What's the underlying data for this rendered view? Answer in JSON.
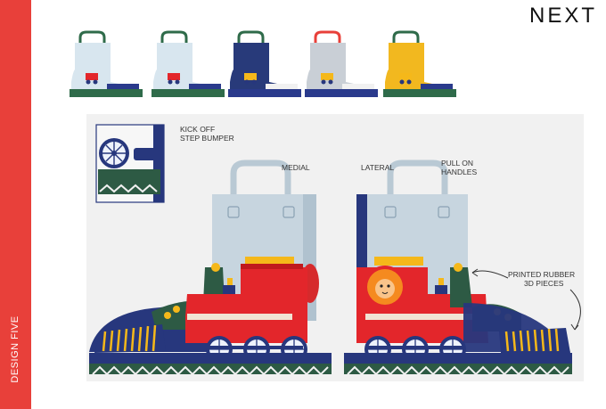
{
  "brand": "NEXT",
  "sidebar": {
    "label": "DESIGN FIVE"
  },
  "callouts": {
    "kick_off_line1": "KICK OFF",
    "kick_off_line2": "STEP BUMPER",
    "medial": "MEDIAL",
    "lateral": "LATERAL",
    "pull_on_line1": "PULL ON",
    "pull_on_line2": "HANDLES",
    "printed_line1": "PRINTED RUBBER",
    "printed_line2": "3D PIECES"
  },
  "thumbnails": [
    {
      "name": "light-blue-left",
      "upper": "#d8e6ef",
      "sole": "#2f6b4a",
      "handle": "#2f6b4a"
    },
    {
      "name": "light-blue-right",
      "upper": "#d8e6ef",
      "sole": "#2f6b4a",
      "handle": "#2f6b4a"
    },
    {
      "name": "navy-print",
      "upper": "#283a7a",
      "sole": "#2a3a8c",
      "handle": "#2f6b4a"
    },
    {
      "name": "grey-print",
      "upper": "#c9cfd6",
      "sole": "#2a3a8c",
      "handle": "#e8403a"
    },
    {
      "name": "yellow-print",
      "upper": "#f2b81f",
      "sole": "#2f6b4a",
      "handle": "#2f6b4a"
    }
  ],
  "colors": {
    "accent": "#e8403a",
    "upper": "#c7d5df",
    "train_red": "#e3262b",
    "sole_green": "#2d5a44",
    "navy": "#27377d",
    "yellow": "#f5b81a"
  }
}
